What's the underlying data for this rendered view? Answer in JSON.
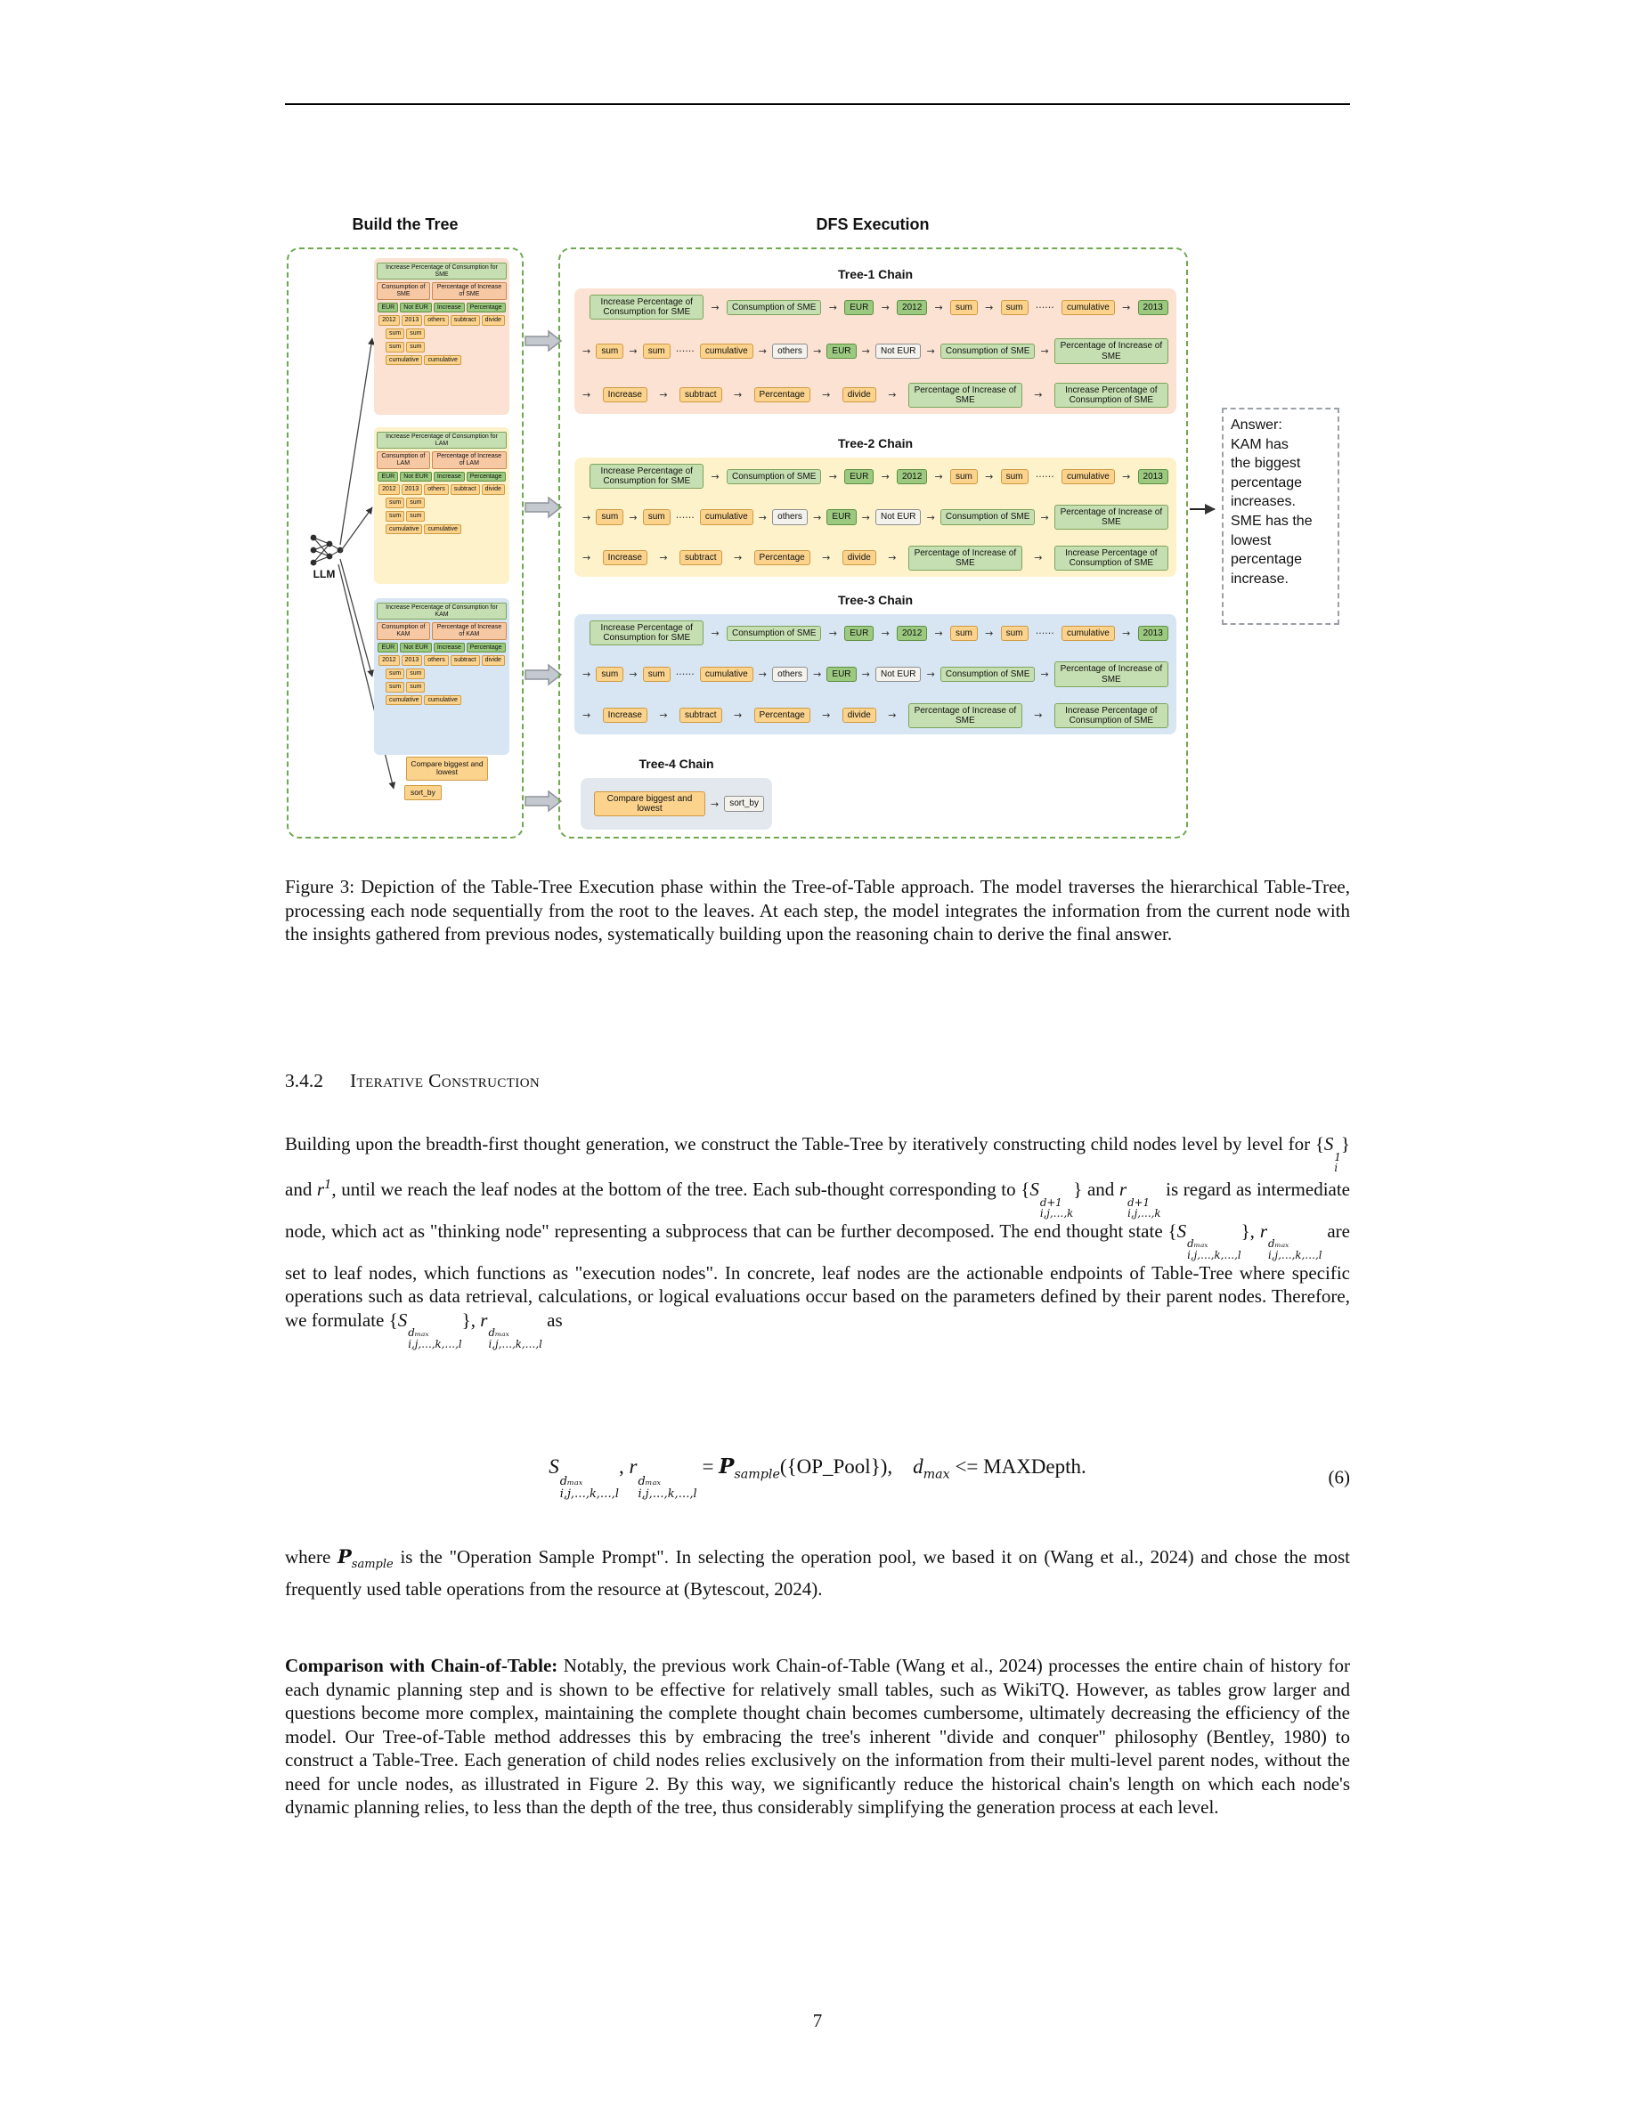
{
  "page_number": "7",
  "colors": {
    "panel_dash": "#6fa84e",
    "chain1_bg": "#fbe2d2",
    "chain2_bg": "#fef2cb",
    "chain3_bg": "#d8e5f3",
    "chain4_bg": "#e3e7ee",
    "box_light_green": "#c6dfb2",
    "box_medium_green": "#9bc97f",
    "box_orange": "#f7c8a4",
    "box_yellow": "#fbd38d",
    "box_white": "#f4f2ec"
  },
  "figure": {
    "left_title": "Build the Tree",
    "right_title": "DFS Execution",
    "llm_label": "LLM",
    "answer_text": "Answer:\nKAM has\nthe biggest\npercentage\nincreases.\nSME has the\nlowest\npercentage\nincrease.",
    "compare_box": {
      "top": "Compare biggest and lowest",
      "bottom": "sort_by"
    },
    "trees": [
      {
        "rows": [
          [
            {
              "t": "Increase Percentage of Consumption for SME",
              "c": "g1"
            }
          ],
          [
            {
              "t": "Consumption of SME",
              "c": "o"
            },
            {
              "t": "Percentage of Increase of SME",
              "c": "o"
            }
          ],
          [
            {
              "t": "EUR",
              "c": "g2"
            },
            {
              "t": "Not EUR",
              "c": "g2"
            },
            {
              "t": "Increase",
              "c": "g2"
            },
            {
              "t": "Percentage",
              "c": "g2"
            }
          ],
          [
            {
              "t": "2012",
              "c": "y"
            },
            {
              "t": "2013",
              "c": "y"
            },
            {
              "t": "others",
              "c": "y"
            },
            {
              "t": "subtract",
              "c": "y"
            },
            {
              "t": "divide",
              "c": "y"
            }
          ],
          [
            {
              "t": "sum",
              "c": "y"
            },
            {
              "t": "sum",
              "c": "y"
            }
          ],
          [
            {
              "t": "sum",
              "c": "y"
            },
            {
              "t": "sum",
              "c": "y"
            }
          ],
          [
            {
              "t": "cumulative",
              "c": "y"
            },
            {
              "t": "cumulative",
              "c": "y"
            }
          ]
        ]
      },
      {
        "rows": [
          [
            {
              "t": "Increase Percentage of Consumption for LAM",
              "c": "g1"
            }
          ],
          [
            {
              "t": "Consumption of LAM",
              "c": "o"
            },
            {
              "t": "Percentage of Increase of LAM",
              "c": "o"
            }
          ],
          [
            {
              "t": "EUR",
              "c": "g2"
            },
            {
              "t": "Not EUR",
              "c": "g2"
            },
            {
              "t": "Increase",
              "c": "g2"
            },
            {
              "t": "Percentage",
              "c": "g2"
            }
          ],
          [
            {
              "t": "2012",
              "c": "y"
            },
            {
              "t": "2013",
              "c": "y"
            },
            {
              "t": "others",
              "c": "y"
            },
            {
              "t": "subtract",
              "c": "y"
            },
            {
              "t": "divide",
              "c": "y"
            }
          ],
          [
            {
              "t": "sum",
              "c": "y"
            },
            {
              "t": "sum",
              "c": "y"
            }
          ],
          [
            {
              "t": "sum",
              "c": "y"
            },
            {
              "t": "sum",
              "c": "y"
            }
          ],
          [
            {
              "t": "cumulative",
              "c": "y"
            },
            {
              "t": "cumulative",
              "c": "y"
            }
          ]
        ]
      },
      {
        "rows": [
          [
            {
              "t": "Increase Percentage of Consumption for KAM",
              "c": "g1"
            }
          ],
          [
            {
              "t": "Consumption of KAM",
              "c": "o"
            },
            {
              "t": "Percentage of Increase of KAM",
              "c": "o"
            }
          ],
          [
            {
              "t": "EUR",
              "c": "g2"
            },
            {
              "t": "Not EUR",
              "c": "g2"
            },
            {
              "t": "Increase",
              "c": "g2"
            },
            {
              "t": "Percentage",
              "c": "g2"
            }
          ],
          [
            {
              "t": "2012",
              "c": "y"
            },
            {
              "t": "2013",
              "c": "y"
            },
            {
              "t": "others",
              "c": "y"
            },
            {
              "t": "subtract",
              "c": "y"
            },
            {
              "t": "divide",
              "c": "y"
            }
          ],
          [
            {
              "t": "sum",
              "c": "y"
            },
            {
              "t": "sum",
              "c": "y"
            }
          ],
          [
            {
              "t": "sum",
              "c": "y"
            },
            {
              "t": "sum",
              "c": "y"
            }
          ],
          [
            {
              "t": "cumulative",
              "c": "y"
            },
            {
              "t": "cumulative",
              "c": "y"
            }
          ]
        ]
      }
    ],
    "chains": [
      {
        "title": "Tree-1 Chain",
        "rows": [
          [
            {
              "t": "Increase Percentage of Consumption for SME",
              "c": "g1"
            },
            {
              "s": "→",
              "t": "Consumption of SME",
              "c": "g1"
            },
            {
              "s": "→",
              "t": "EUR",
              "c": "g2"
            },
            {
              "s": "→",
              "t": "2012",
              "c": "g2"
            },
            {
              "s": "→",
              "t": "sum",
              "c": "y"
            },
            {
              "s": "→",
              "t": "sum",
              "c": "y"
            },
            {
              "s": "······",
              "t": "cumulative",
              "c": "y"
            },
            {
              "s": "→",
              "t": "2013",
              "c": "g2"
            }
          ],
          [
            {
              "s": "→",
              "t": "sum",
              "c": "y"
            },
            {
              "s": "→",
              "t": "sum",
              "c": "y"
            },
            {
              "s": "······",
              "t": "cumulative",
              "c": "y"
            },
            {
              "s": "→",
              "t": "others",
              "c": "w"
            },
            {
              "s": "→",
              "t": "EUR",
              "c": "g2"
            },
            {
              "s": "→",
              "t": "Not EUR",
              "c": "w"
            },
            {
              "s": "→",
              "t": "Consumption of SME",
              "c": "g1"
            },
            {
              "s": "→",
              "t": "Percentage of Increase of SME",
              "c": "g1"
            }
          ],
          [
            {
              "s": "→",
              "t": "Increase",
              "c": "y"
            },
            {
              "s": "→",
              "t": "subtract",
              "c": "y"
            },
            {
              "s": "→",
              "t": "Percentage",
              "c": "y"
            },
            {
              "s": "→",
              "t": "divide",
              "c": "y"
            },
            {
              "s": "→",
              "t": "Percentage of Increase of SME",
              "c": "g1"
            },
            {
              "s": "→",
              "t": "Increase Percentage of Consumption of SME",
              "c": "g1"
            }
          ]
        ]
      },
      {
        "title": "Tree-2 Chain",
        "rows": [
          [
            {
              "t": "Increase Percentage of Consumption for SME",
              "c": "g1"
            },
            {
              "s": "→",
              "t": "Consumption of SME",
              "c": "g1"
            },
            {
              "s": "→",
              "t": "EUR",
              "c": "g2"
            },
            {
              "s": "→",
              "t": "2012",
              "c": "g2"
            },
            {
              "s": "→",
              "t": "sum",
              "c": "y"
            },
            {
              "s": "→",
              "t": "sum",
              "c": "y"
            },
            {
              "s": "······",
              "t": "cumulative",
              "c": "y"
            },
            {
              "s": "→",
              "t": "2013",
              "c": "g2"
            }
          ],
          [
            {
              "s": "→",
              "t": "sum",
              "c": "y"
            },
            {
              "s": "→",
              "t": "sum",
              "c": "y"
            },
            {
              "s": "······",
              "t": "cumulative",
              "c": "y"
            },
            {
              "s": "→",
              "t": "others",
              "c": "w"
            },
            {
              "s": "→",
              "t": "EUR",
              "c": "g2"
            },
            {
              "s": "→",
              "t": "Not EUR",
              "c": "w"
            },
            {
              "s": "→",
              "t": "Consumption of SME",
              "c": "g1"
            },
            {
              "s": "→",
              "t": "Percentage of Increase of SME",
              "c": "g1"
            }
          ],
          [
            {
              "s": "→",
              "t": "Increase",
              "c": "y"
            },
            {
              "s": "→",
              "t": "subtract",
              "c": "y"
            },
            {
              "s": "→",
              "t": "Percentage",
              "c": "y"
            },
            {
              "s": "→",
              "t": "divide",
              "c": "y"
            },
            {
              "s": "→",
              "t": "Percentage of Increase of SME",
              "c": "g1"
            },
            {
              "s": "→",
              "t": "Increase Percentage of Consumption of SME",
              "c": "g1"
            }
          ]
        ]
      },
      {
        "title": "Tree-3 Chain",
        "rows": [
          [
            {
              "t": "Increase Percentage of Consumption for SME",
              "c": "g1"
            },
            {
              "s": "→",
              "t": "Consumption of SME",
              "c": "g1"
            },
            {
              "s": "→",
              "t": "EUR",
              "c": "g2"
            },
            {
              "s": "→",
              "t": "2012",
              "c": "g2"
            },
            {
              "s": "→",
              "t": "sum",
              "c": "y"
            },
            {
              "s": "→",
              "t": "sum",
              "c": "y"
            },
            {
              "s": "······",
              "t": "cumulative",
              "c": "y"
            },
            {
              "s": "→",
              "t": "2013",
              "c": "g2"
            }
          ],
          [
            {
              "s": "→",
              "t": "sum",
              "c": "y"
            },
            {
              "s": "→",
              "t": "sum",
              "c": "y"
            },
            {
              "s": "······",
              "t": "cumulative",
              "c": "y"
            },
            {
              "s": "→",
              "t": "others",
              "c": "w"
            },
            {
              "s": "→",
              "t": "EUR",
              "c": "g2"
            },
            {
              "s": "→",
              "t": "Not EUR",
              "c": "w"
            },
            {
              "s": "→",
              "t": "Consumption of SME",
              "c": "g1"
            },
            {
              "s": "→",
              "t": "Percentage of Increase of SME",
              "c": "g1"
            }
          ],
          [
            {
              "s": "→",
              "t": "Increase",
              "c": "y"
            },
            {
              "s": "→",
              "t": "subtract",
              "c": "y"
            },
            {
              "s": "→",
              "t": "Percentage",
              "c": "y"
            },
            {
              "s": "→",
              "t": "divide",
              "c": "y"
            },
            {
              "s": "→",
              "t": "Percentage of Increase of SME",
              "c": "g1"
            },
            {
              "s": "→",
              "t": "Increase Percentage of Consumption of SME",
              "c": "g1"
            }
          ]
        ]
      },
      {
        "title": "Tree-4 Chain",
        "rows": [
          [
            {
              "t": "Compare biggest and lowest",
              "c": "y"
            },
            {
              "s": "→",
              "t": "sort_by",
              "c": "w"
            }
          ]
        ]
      }
    ]
  },
  "caption": "Figure 3: Depiction of the Table-Tree Execution phase within the Tree-of-Table approach. The model traverses the hierarchical Table-Tree, processing each node sequentially from the root to the leaves. At each step, the model integrates the information from the current node with the insights gathered from previous nodes, systematically building upon the reasoning chain to derive the final answer.",
  "section": {
    "number": "3.4.2",
    "title": "Iterative Construction"
  },
  "paragraphs": {
    "para1": [
      {
        "t": "Building upon the breadth-first thought generation, we construct the Table-Tree by iteratively constructing child nodes level by level for {"
      },
      {
        "t": "S",
        "f": "i",
        "sup": "1",
        "sub": "i"
      },
      {
        "t": "} and "
      },
      {
        "t": "r",
        "f": "i",
        "sup": "1"
      },
      {
        "t": ", until we reach the leaf nodes at the bottom of the tree. Each sub-thought corresponding to {"
      },
      {
        "t": "S",
        "f": "i",
        "sup": "d+1",
        "sub": "i,j,…,k"
      },
      {
        "t": "} and "
      },
      {
        "t": "r",
        "f": "i",
        "sup": "d+1",
        "sub": "i,j,…,k"
      },
      {
        "t": " is regard as intermediate node, which act as \"thinking node\" representing a subprocess that can be further decomposed. The end thought state {"
      },
      {
        "t": "S",
        "f": "i",
        "sup": "dₘₐₓ",
        "sub": "i,j,…,k,…,l"
      },
      {
        "t": "}, "
      },
      {
        "t": "r",
        "f": "i",
        "sup": "dₘₐₓ",
        "sub": "i,j,…,k,…,l"
      },
      {
        "t": " are set to leaf nodes, which functions as \"execution nodes\". In concrete, leaf nodes are the actionable endpoints of Table-Tree where specific operations such as data retrieval, calculations, or logical evaluations occur based on the parameters defined by their parent nodes. Therefore, we formulate {"
      },
      {
        "t": "S",
        "f": "i",
        "sup": "dₘₐₓ",
        "sub": "i,j,…,k,…,l"
      },
      {
        "t": "}, "
      },
      {
        "t": "r",
        "f": "i",
        "sup": "dₘₐₓ",
        "sub": "i,j,…,k,…,l"
      },
      {
        "t": " as"
      }
    ],
    "para2": [
      {
        "t": "where "
      },
      {
        "t": "P",
        "f": "cal",
        "sub": "sample"
      },
      {
        "t": " is the \"Operation Sample Prompt\". In selecting the operation pool, we based it on (Wang et al., 2024) and chose the most frequently used table operations from the resource at (Bytescout, 2024)."
      }
    ],
    "para3": [
      {
        "t": "Comparison with Chain-of-Table: ",
        "f": "b"
      },
      {
        "t": "Notably, the previous work Chain-of-Table (Wang et al., 2024) processes the entire chain of history for each dynamic planning step and is shown to be effective for relatively small tables, such as WikiTQ. However, as tables grow larger and questions become more complex, maintaining the complete thought chain becomes cumbersome, ultimately decreasing the efficiency of the model. Our Tree-of-Table method addresses this by embracing the tree's inherent \"divide and conquer\" philosophy (Bentley, 1980) to construct a Table-Tree. Each generation of child nodes relies exclusively on the information from their multi-level parent nodes, without the need for uncle nodes, as illustrated in Figure 2. By this way, we significantly reduce the historical chain's length on which each node's dynamic planning relies, to less than the depth of the tree, thus considerably simplifying the generation process at each level."
      }
    ]
  },
  "equation": {
    "segments": [
      {
        "t": "S",
        "f": "i",
        "sup": "dₘₐₓ",
        "sub": "i,j,…,k,…,l"
      },
      {
        "t": ", "
      },
      {
        "t": "r",
        "f": "i",
        "sup": "dₘₐₓ",
        "sub": "i,j,…,k,…,l"
      },
      {
        "t": " = "
      },
      {
        "t": "P",
        "f": "cal",
        "sub": "sample"
      },
      {
        "t": "({OP_Pool}), "
      },
      {
        "t": "d",
        "f": "i",
        "sub": "max"
      },
      {
        "t": " <= MAXDepth."
      }
    ],
    "number": "(6)"
  }
}
